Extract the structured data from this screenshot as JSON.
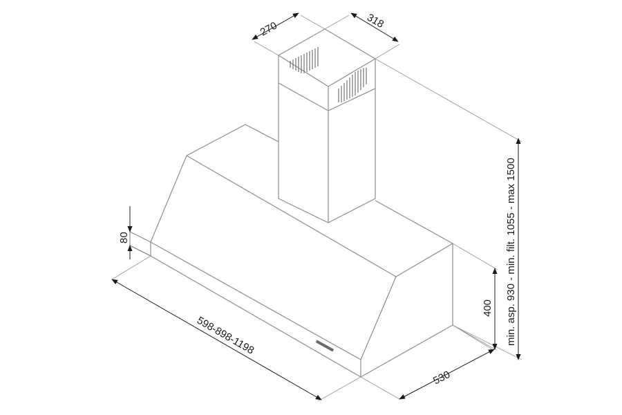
{
  "drawing": {
    "line_color": "#8c8c8c",
    "dimension_color": "#1a1a1a",
    "dimensions": {
      "chimney_depth": "270",
      "chimney_width": "318",
      "total_height": "min. asp. 930 - min. filt. 1055 - max 1500",
      "canopy_height": "400",
      "hood_depth": "530",
      "hood_width": "598-898-1198",
      "front_panel_height": "80"
    }
  }
}
